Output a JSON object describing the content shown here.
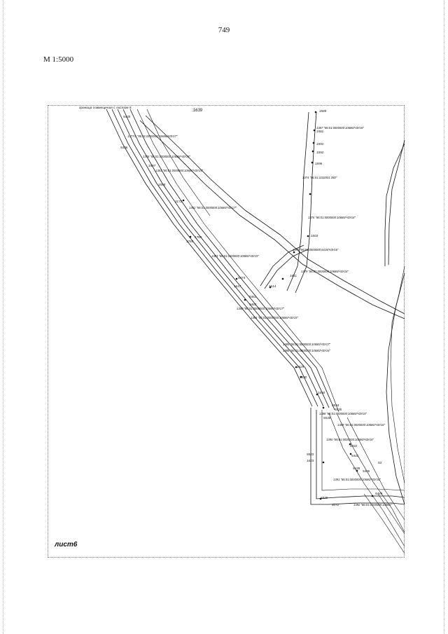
{
  "page": {
    "number": "749",
    "scale": "М 1:5000",
    "sheet_label": "лист6"
  },
  "map": {
    "top_note": "граница совмещения с листом 5",
    "top_point": ":1639",
    "parcel_labels": [
      "1377/1 \"86:01:0000000:10686/ЧЗУ17\"",
      "1378 \"86:01:0000000:10686/ЧЗУ15\"",
      "1381 \"86:01:0000000:10686/ЧЗУ15\"",
      "1382 \"86:01:0000000:10686/ЧЗУ17\"",
      "1383 \"86:01:0000000:10686/ЧЗУ15\"",
      "1376 \"86:01:0000000:10686/ЧЗУ16\"",
      "1374 \"86:01:1102001:350\"",
      "1375 \"86:01:0000000:6419/ЧЗУ16\"",
      "1379 \"86:01:0000000:10686/ЧЗУ16\"",
      "1380 \"86:01:0000000:10686/ЧЗУ17\"",
      "1384 \"86:01:0000000:10686/ЧЗУ15\"",
      "1385 \"86:01:0000000:10686/ЧЗУ17\"",
      "1386 \"86:01:0000000:10686/ЧЗУ16\"",
      "1387 \"86:01:0000000:10686/ЧЗУ16\"",
      "1388 \"86:01:0000000:10686/ЧЗУ15\"",
      "1389 \"86:01:0000000:10686/ЧЗУ16\"",
      "1390 \"86:01:0000000:10686/ЧЗУ16\"",
      "1391 \"86:01:0000000:10686/ЧЗУ16\"",
      "1392 \"86:01:0000000:10686/\""
    ],
    "point_labels": [
      "5435",
      "5436",
      "1581",
      "1589",
      "1591",
      "1592",
      "1596",
      "1597",
      "1598",
      "3172",
      "1765",
      "1785",
      "1603",
      "1611",
      "1614",
      "5474",
      "1617",
      "5461",
      "5463",
      "1650",
      "1623",
      "1629",
      "5534",
      "5535",
      "5536",
      "5442",
      "5441",
      "5446",
      "5438",
      "5449",
      "5520",
      "4072",
      "5523",
      "5530",
      "53"
    ]
  }
}
